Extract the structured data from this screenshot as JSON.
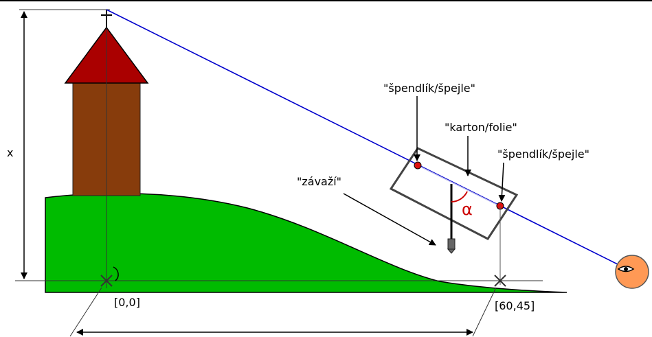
{
  "labels": {
    "x_axis_letter": "x",
    "pin_top": "\"špendlík/špejle\"",
    "cardboard": "\"karton/folie\"",
    "pin_right": "\"špendlík/špejle\"",
    "weight": "\"závaží\"",
    "angle": "α",
    "origin": "[0,0]",
    "point_b": "[60,45]"
  },
  "colors": {
    "hill": "#00bb00",
    "roof": "#aa0000",
    "tower": "#873c0c",
    "sight_line": "#0000cc",
    "eye": "#ff9955",
    "pin_dot": "#dd1111",
    "angle_text": "#cc0000"
  },
  "icons": {
    "eye": "eye-icon",
    "church": "church-tower-icon",
    "cross_mark": "x-mark-icon"
  }
}
